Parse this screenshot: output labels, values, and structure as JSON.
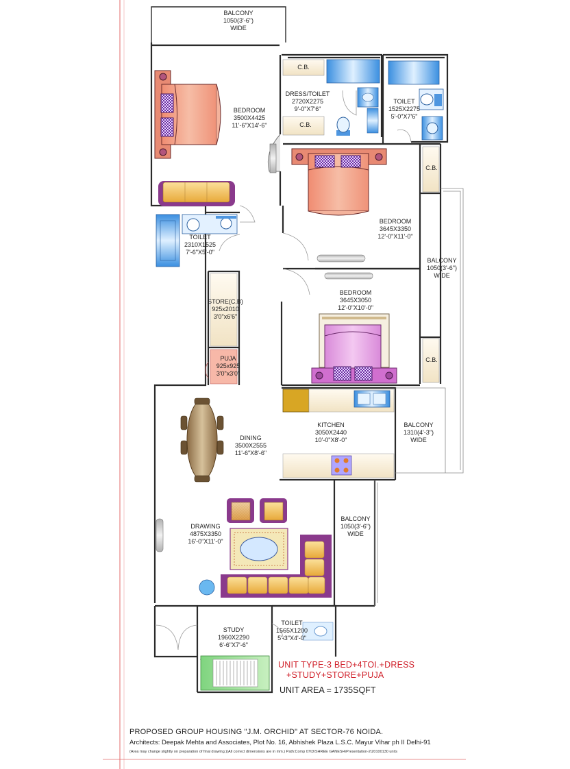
{
  "rooms": {
    "balcony_top": {
      "name": "BALCONY",
      "dim1": "1050(3'-6\")",
      "dim2": "WIDE"
    },
    "bedroom_1": {
      "name": "BEDROOM",
      "dim1": "3500X4425",
      "dim2": "11'-6\"X14'-6\""
    },
    "cb_top_1": {
      "name": "C.B."
    },
    "cb_top_2": {
      "name": "C.B."
    },
    "dress_toilet": {
      "name": "DRESS/TOILET",
      "dim1": "2720X2275",
      "dim2": "9'-0\"X7'6\""
    },
    "toilet_2": {
      "name": "TOILET",
      "dim1": "1525X2275",
      "dim2": "5'-0\"X7'6\""
    },
    "cb_right_1": {
      "name": "C.B."
    },
    "bedroom_2": {
      "name": "BEDROOM",
      "dim1": "3645X3350",
      "dim2": "12'-0\"X11'-0\""
    },
    "toilet_1": {
      "name": "TOILET",
      "dim1": "2310X1525",
      "dim2": "7'-6\"X5'-0\""
    },
    "balcony_right": {
      "name": "BALCONY",
      "dim1": "1050(3'-6\")",
      "dim2": "WIDE"
    },
    "bedroom_3": {
      "name": "BEDROOM",
      "dim1": "3645X3050",
      "dim2": "12'-0\"X10'-0\""
    },
    "store": {
      "name": "STORE(C.B)",
      "dim1": "925x2010",
      "dim2": "3'0\"x6'6\""
    },
    "cb_right_2": {
      "name": "C.B."
    },
    "puja": {
      "name": "PUJA",
      "dim1": "925x925",
      "dim2": "3'0\"x3'0\""
    },
    "dining": {
      "name": "DINING",
      "dim1": "3500X2555",
      "dim2": "11'-6\"X8'-6\""
    },
    "kitchen": {
      "name": "KITCHEN",
      "dim1": "3050X2440",
      "dim2": "10'-0\"X8'-0\""
    },
    "balcony_kitchen": {
      "name": "BALCONY",
      "dim1": "1310(4'-3\")",
      "dim2": "WIDE"
    },
    "balcony_drawing": {
      "name": "BALCONY",
      "dim1": "1050(3'-6\")",
      "dim2": "WIDE"
    },
    "drawing": {
      "name": "DRAWING",
      "dim1": "4875X3350",
      "dim2": "16'-0\"X11'-0\""
    },
    "study": {
      "name": "STUDY",
      "dim1": "1960X2290",
      "dim2": "6'-6\"X7'-6\""
    },
    "toilet_3": {
      "name": "TOILET",
      "dim1": "1565X1200",
      "dim2": "5'-3\"X4'-0\""
    }
  },
  "unit_info": {
    "type_line1": "UNIT TYPE-3 BED+4TOI.+DRESS",
    "type_line2": "+STUDY+STORE+PUJA",
    "area": "UNIT AREA   =  1735SQFT"
  },
  "footer": {
    "title": "PROPOSED GROUP HOUSING \"J.M. ORCHID\" AT SECTOR-76 NOIDA.",
    "architects": "Architects: Deepak Mehta and Associates, Plot No. 16, Abhishek Plaza L.S.C. Mayur Vihar ph II Delhi-91",
    "note": "(Area may change slightly  on preparation of final drawing.)(All correct dimensions are in mm.) Path:Comp 07\\D\\SHREE GANESH\\Presentation-2\\20100130 units"
  },
  "colors": {
    "wall": "#2a2a2a",
    "cabinet_fill": "#fdf6e6",
    "bed_peach": "#f2a587",
    "bed_pink": "#e7a6e6",
    "pillow_purple": "#7a3d99",
    "toilet_blue": "#5aa5ea",
    "sofa_gold": "#f5c25b",
    "sofa_purple": "#8a3a8c",
    "table_brown": "#9b7a52",
    "title_red": "#d0202a",
    "margin_line": "#e36a6a"
  }
}
